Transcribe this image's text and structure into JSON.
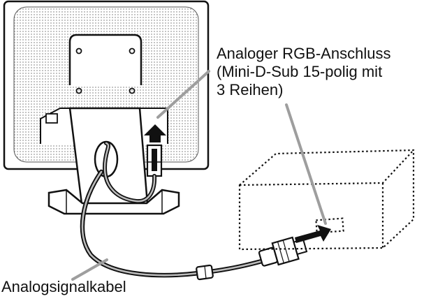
{
  "labels": {
    "connector_line1": "Analoger RGB-Anschluss",
    "connector_line2": "(Mini-D-Sub 15-polig mit",
    "connector_line3": "3 Reihen)",
    "cable": "Analogsignalkabel"
  },
  "colors": {
    "line": "#111111",
    "dotted_pattern": "#9a9a9a",
    "leader": "#9e9e9e",
    "cable_outer": "#111111",
    "cable_inner": "#bdbdbd"
  }
}
